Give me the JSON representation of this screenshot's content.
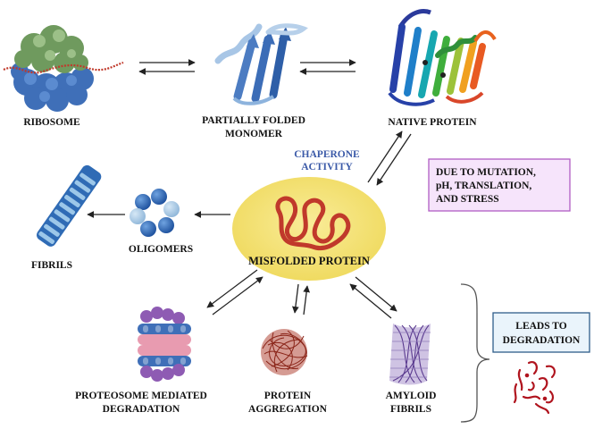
{
  "labels": {
    "ribosome": "RIBOSOME",
    "partially_folded_1": "PARTIALLY FOLDED",
    "partially_folded_2": "MONOMER",
    "native_protein": "NATIVE PROTEIN",
    "chaperone_1": "CHAPERONE",
    "chaperone_2": "ACTIVITY",
    "oligomers": "OLIGOMERS",
    "fibrils": "FIBRILS",
    "misfolded_protein": "MISFOLDED PROTEIN",
    "proteosome_1": "PROTEOSOME MEDIATED",
    "proteosome_2": "DEGRADATION",
    "aggregation_1": "PROTEIN",
    "aggregation_2": "AGGREGATION",
    "amyloid_1": "AMYLOID",
    "amyloid_2": "FIBRILS"
  },
  "cause_box": {
    "line1": "DUE TO MUTATION,",
    "line2": "pH, TRANSLATION,",
    "line3": "AND STRESS"
  },
  "degradation_box": {
    "line1": "LEADS TO",
    "line2": "DEGRADATION"
  },
  "colors": {
    "chaperone_text": "#3b5aa8",
    "misfolded_ellipse": "#f3e27a",
    "misfolded_strand": "#c0392b",
    "cause_box_fill": "#f6e4fb",
    "cause_box_border": "#b05cc4",
    "degradation_box_fill": "#eaf4fb",
    "degradation_box_border": "#2f5d8a",
    "degraded_fragments": "#b0141e"
  }
}
